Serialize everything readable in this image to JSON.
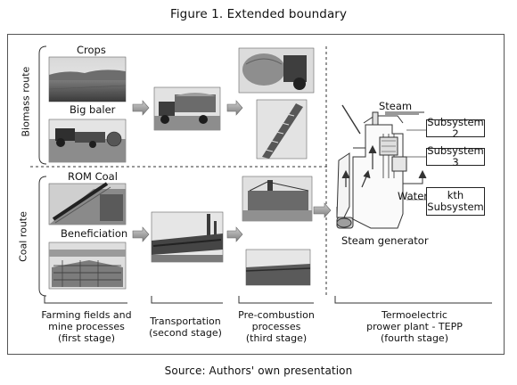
{
  "figure": {
    "title": "Figure 1. Extended boundary",
    "source": "Source: Authors' own presentation"
  },
  "routes": {
    "biomass": "Biomass route",
    "coal": "Coal route"
  },
  "photo_labels": {
    "crops": "Crops",
    "big_baler": "Big baler",
    "rom_coal": "ROM Coal",
    "beneficiation": "Beneficiation"
  },
  "plant": {
    "steam": "Steam",
    "water": "Water",
    "steam_generator": "Steam generator",
    "subsystem_2": "Subsystem 2",
    "subsystem_3": "Subsystem 3",
    "kth_line1": "kth",
    "kth_line2": "Subsystem"
  },
  "stages": [
    {
      "line1": "Farming fields and",
      "line2": "mine processes",
      "line3": "(first stage)"
    },
    {
      "line1": "Transportation",
      "line2": "(second stage)",
      "line3": ""
    },
    {
      "line1": "Pre-combustion",
      "line2": "processes",
      "line3": "(third stage)"
    },
    {
      "line1": "Termoelectric",
      "line2": "prower plant - TEPP",
      "line3": "(fourth stage)"
    }
  ]
}
